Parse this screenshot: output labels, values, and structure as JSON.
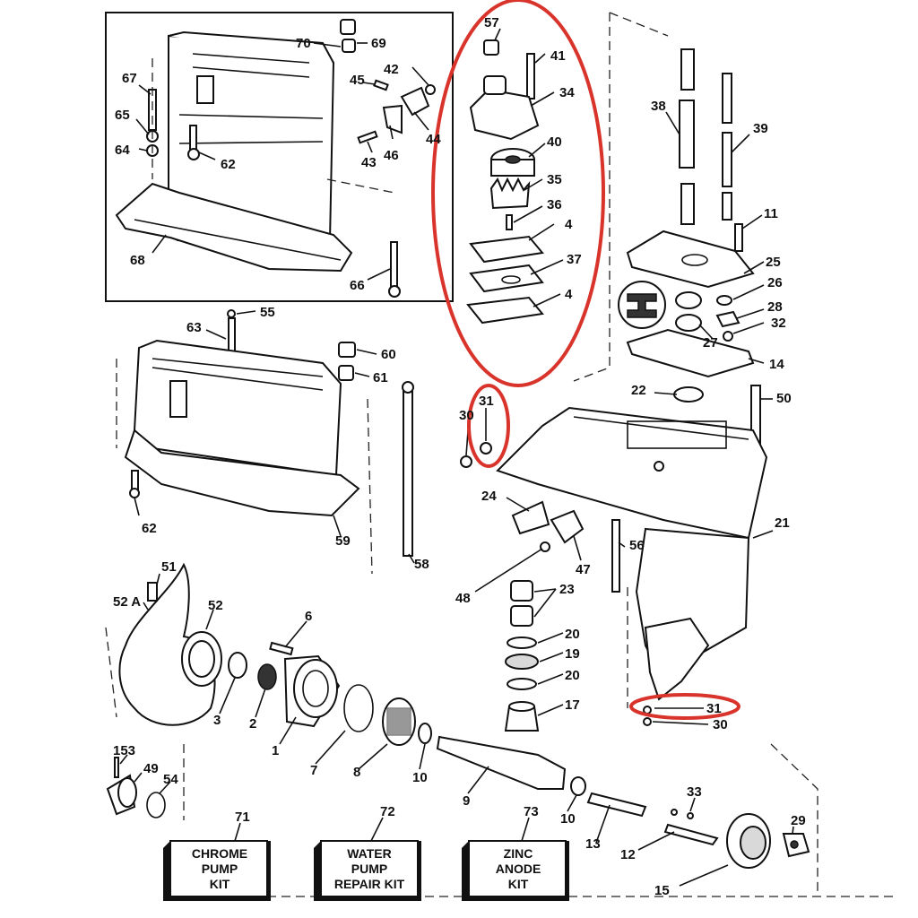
{
  "highlight_color": "#d9342b",
  "part_numbers": {
    "p57": "57",
    "p41": "41",
    "p34": "34",
    "p40": "40",
    "p35": "35",
    "p36": "36",
    "p4a": "4",
    "p37": "37",
    "p4b": "4",
    "p70": "70",
    "p69": "69",
    "p67": "67",
    "p45": "45",
    "p42": "42",
    "p65": "65",
    "p44": "44",
    "p64": "64",
    "p62a": "62",
    "p43": "43",
    "p46": "46",
    "p68": "68",
    "p66": "66",
    "p38": "38",
    "p39": "39",
    "p11": "11",
    "p25": "25",
    "p26": "26",
    "p28": "28",
    "p32": "32",
    "p27": "27",
    "p14": "14",
    "p63": "63",
    "p55": "55",
    "p60": "60",
    "p61": "61",
    "p62b": "62",
    "p59": "59",
    "p58": "58",
    "p31a": "31",
    "p30a": "30",
    "p22": "22",
    "p50": "50",
    "p21": "21",
    "p24": "24",
    "p47": "47",
    "p56": "56",
    "p48": "48",
    "p23": "23",
    "p20a": "20",
    "p19": "19",
    "p20b": "20",
    "p17": "17",
    "p31b": "31",
    "p30b": "30",
    "p51": "51",
    "p52a": "52 A",
    "p52": "52",
    "p6": "6",
    "p3": "3",
    "p2": "2",
    "p1": "1",
    "p7": "7",
    "p8": "8",
    "p10a": "10",
    "p9": "9",
    "p10b": "10",
    "p13": "13",
    "p153": "153",
    "p49": "49",
    "p54": "54",
    "p33": "33",
    "p29": "29",
    "p12": "12",
    "p15": "15",
    "p71": "71",
    "p72": "72",
    "p73": "73"
  },
  "kits": {
    "chrome": [
      "CHROME",
      "PUMP",
      "KIT"
    ],
    "water": [
      "WATER",
      "PUMP",
      "REPAIR KIT"
    ],
    "zinc": [
      "ZINC",
      "ANODE",
      "KIT"
    ]
  }
}
